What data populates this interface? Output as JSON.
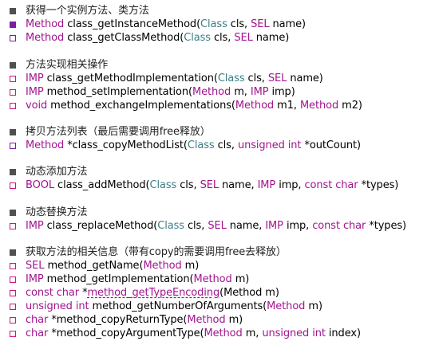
{
  "colors": {
    "heading_bullet": "#505050",
    "keyword": "#a2148f",
    "class_name": "#3a7f86",
    "text": "#000000",
    "bullet_purple": "#7a1fa2",
    "bullet_magenta": "#d0157b"
  },
  "sections": [
    {
      "heading": "获得一个实例方法、类方法",
      "lines": [
        [
          {
            "t": "kw",
            "v": "Method"
          },
          {
            "t": "txt",
            "v": " class_getInstanceMethod("
          },
          {
            "t": "cls",
            "v": "Class"
          },
          {
            "t": "txt",
            "v": " cls, "
          },
          {
            "t": "kw",
            "v": "SEL"
          },
          {
            "t": "txt",
            "v": " name)"
          }
        ],
        [
          {
            "t": "kw",
            "v": "Method"
          },
          {
            "t": "txt",
            "v": " class_getClassMethod("
          },
          {
            "t": "cls",
            "v": "Class"
          },
          {
            "t": "txt",
            "v": " cls, "
          },
          {
            "t": "kw",
            "v": "SEL"
          },
          {
            "t": "txt",
            "v": " name)"
          }
        ]
      ],
      "bullets": [
        "square-filled-purple",
        "square-outline-purple"
      ]
    },
    {
      "heading": "方法实现相关操作",
      "lines": [
        [
          {
            "t": "kw",
            "v": "IMP"
          },
          {
            "t": "txt",
            "v": " class_getMethodImplementation("
          },
          {
            "t": "cls",
            "v": "Class"
          },
          {
            "t": "txt",
            "v": " cls, "
          },
          {
            "t": "kw",
            "v": "SEL"
          },
          {
            "t": "txt",
            "v": " name)"
          }
        ],
        [
          {
            "t": "kw",
            "v": "IMP"
          },
          {
            "t": "txt",
            "v": " method_setImplementation("
          },
          {
            "t": "kw",
            "v": "Method"
          },
          {
            "t": "txt",
            "v": " m, "
          },
          {
            "t": "kw",
            "v": "IMP"
          },
          {
            "t": "txt",
            "v": " imp)"
          }
        ],
        [
          {
            "t": "kw",
            "v": "void"
          },
          {
            "t": "txt",
            "v": " method_exchangeImplementations("
          },
          {
            "t": "kw",
            "v": "Method"
          },
          {
            "t": "txt",
            "v": " m1, "
          },
          {
            "t": "kw",
            "v": "Method"
          },
          {
            "t": "txt",
            "v": " m2)"
          }
        ]
      ],
      "bullets": [
        "square-outline-magenta",
        "square-outline-magenta",
        "square-outline-magenta"
      ]
    },
    {
      "heading": "拷贝方法列表（最后需要调用free释放）",
      "lines": [
        [
          {
            "t": "kw",
            "v": "Method"
          },
          {
            "t": "txt",
            "v": " *class_copyMethodList("
          },
          {
            "t": "cls",
            "v": "Class"
          },
          {
            "t": "txt",
            "v": " cls, "
          },
          {
            "t": "kw",
            "v": "unsigned int"
          },
          {
            "t": "txt",
            "v": " *outCount)"
          }
        ]
      ],
      "bullets": [
        "square-outline-purple"
      ]
    },
    {
      "heading": "动态添加方法",
      "lines": [
        [
          {
            "t": "kw",
            "v": "BOOL"
          },
          {
            "t": "txt",
            "v": " class_addMethod("
          },
          {
            "t": "cls",
            "v": "Class"
          },
          {
            "t": "txt",
            "v": " cls, "
          },
          {
            "t": "kw",
            "v": "SEL"
          },
          {
            "t": "txt",
            "v": " name, "
          },
          {
            "t": "kw",
            "v": "IMP"
          },
          {
            "t": "txt",
            "v": " imp, "
          },
          {
            "t": "kw",
            "v": "const char"
          },
          {
            "t": "txt",
            "v": " *types)"
          }
        ]
      ],
      "bullets": [
        "square-outline-magenta"
      ]
    },
    {
      "heading": "动态替换方法",
      "lines": [
        [
          {
            "t": "kw",
            "v": "IMP"
          },
          {
            "t": "txt",
            "v": " class_replaceMethod("
          },
          {
            "t": "cls",
            "v": "Class"
          },
          {
            "t": "txt",
            "v": " cls, "
          },
          {
            "t": "kw",
            "v": "SEL"
          },
          {
            "t": "txt",
            "v": " name, "
          },
          {
            "t": "kw",
            "v": "IMP"
          },
          {
            "t": "txt",
            "v": " imp, "
          },
          {
            "t": "kw",
            "v": "const char"
          },
          {
            "t": "txt",
            "v": " *types)"
          }
        ]
      ],
      "bullets": [
        "square-outline-magenta"
      ]
    },
    {
      "heading": "获取方法的相关信息（带有copy的需要调用free去释放）",
      "lines": [
        [
          {
            "t": "kw",
            "v": "SEL"
          },
          {
            "t": "txt",
            "v": " method_getName("
          },
          {
            "t": "kw",
            "v": "Method"
          },
          {
            "t": "txt",
            "v": " m)"
          }
        ],
        [
          {
            "t": "kw",
            "v": "IMP"
          },
          {
            "t": "txt",
            "v": " method_getImplementation("
          },
          {
            "t": "kw",
            "v": "Method"
          },
          {
            "t": "txt",
            "v": " m)"
          }
        ],
        [
          {
            "t": "kw",
            "v": "const char"
          },
          {
            "t": "txt",
            "v": " *"
          },
          {
            "t": "kwu",
            "v": "method_getTypeEncoding"
          },
          {
            "t": "txt",
            "v": "(Method m)"
          }
        ],
        [
          {
            "t": "kw",
            "v": "unsigned int"
          },
          {
            "t": "txt",
            "v": " method_getNumberOfArguments("
          },
          {
            "t": "kw",
            "v": "Method"
          },
          {
            "t": "txt",
            "v": " m)"
          }
        ],
        [
          {
            "t": "kw",
            "v": "char"
          },
          {
            "t": "txt",
            "v": " *method_copyReturnType("
          },
          {
            "t": "kw",
            "v": "Method"
          },
          {
            "t": "txt",
            "v": " m)"
          }
        ],
        [
          {
            "t": "kw",
            "v": "char"
          },
          {
            "t": "txt",
            "v": " *method_copyArgumentType("
          },
          {
            "t": "kw",
            "v": "Method"
          },
          {
            "t": "txt",
            "v": " m, "
          },
          {
            "t": "kw",
            "v": "unsigned int"
          },
          {
            "t": "txt",
            "v": " index)"
          }
        ]
      ],
      "bullets": [
        "square-outline-magenta",
        "square-outline-magenta",
        "square-outline-magenta",
        "square-outline-magenta",
        "square-outline-magenta",
        "square-outline-magenta"
      ]
    }
  ]
}
